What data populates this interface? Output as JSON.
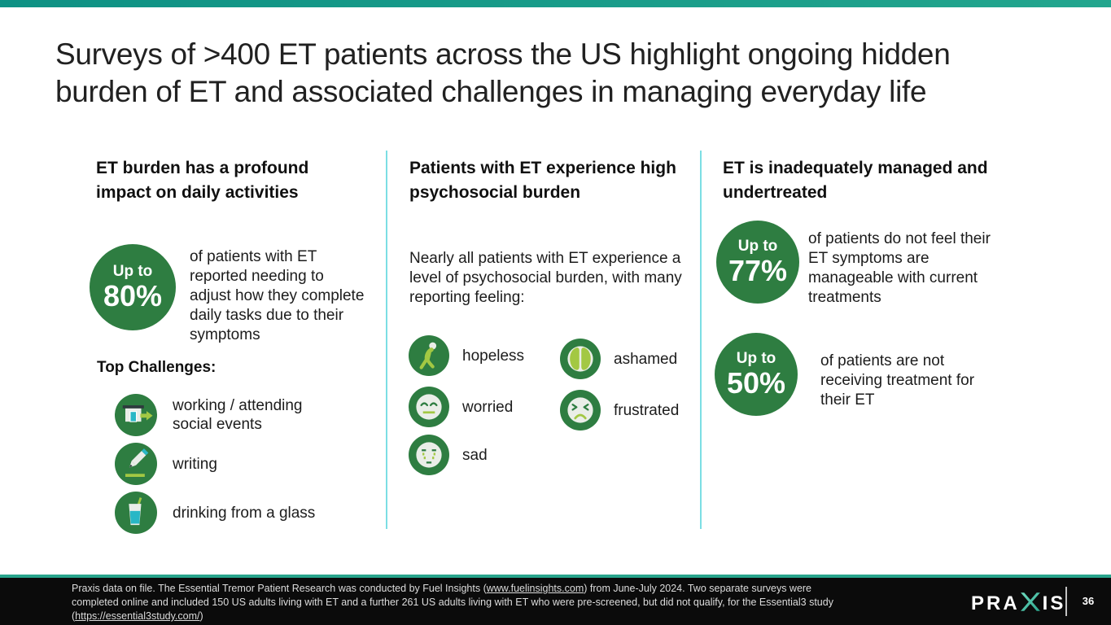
{
  "slide": {
    "title_lines": [
      "Surveys of >400 ET patients across the US highlight ongoing hidden",
      "burden of ET and associated challenges in managing everyday life"
    ]
  },
  "colors": {
    "top_bar_teal": "#15998a",
    "divider_cyan": "#7cdee4",
    "circle_green": "#2e7d41",
    "icon_lime": "#a3c843",
    "icon_teal": "#29b7c6",
    "footer_accent": "#28a48c",
    "footer_background": "#0b0b0b"
  },
  "columns": [
    {
      "heading": "ET burden has a profound impact on daily activities",
      "stat": {
        "prefix": "Up to",
        "value": "80%",
        "text": "of patients with ET reported needing to adjust how they complete daily tasks due to their symptoms"
      },
      "challenges_title": "Top Challenges:",
      "challenges": [
        {
          "icon": "workplace-icon",
          "label": "working / attending social events"
        },
        {
          "icon": "writing-icon",
          "label": "writing"
        },
        {
          "icon": "glass-icon",
          "label": "drinking from a glass"
        }
      ]
    },
    {
      "heading": "Patients with ET experience high psychosocial burden",
      "intro": "Nearly all patients with ET experience a level of psychosocial burden, with many reporting feeling:",
      "feelings_left": [
        {
          "icon": "hopeless-icon",
          "label": "hopeless"
        },
        {
          "icon": "worried-icon",
          "label": "worried"
        },
        {
          "icon": "sad-icon",
          "label": "sad"
        }
      ],
      "feelings_right": [
        {
          "icon": "ashamed-icon",
          "label": "ashamed"
        },
        {
          "icon": "frustrated-icon",
          "label": "frustrated"
        }
      ]
    },
    {
      "heading": "ET is inadequately managed and undertreated",
      "stats": [
        {
          "prefix": "Up to",
          "value": "77%",
          "text": "of patients do not feel their ET symptoms are manageable with current treatments"
        },
        {
          "prefix": "Up to",
          "value": "50%",
          "text": "of patients are not receiving treatment for their ET"
        }
      ]
    }
  ],
  "footer": {
    "line1_pre": "Praxis data on file. The Essential Tremor Patient Research was conducted by Fuel Insights (",
    "line1_link": "www.fuelinsights.com",
    "line1_post": ") from June-July 2024. Two separate surveys were",
    "line2": "completed online and included 150 US adults living with ET and a further 261 US adults living with ET who were pre-screened, but did not qualify, for the Essential3 study",
    "line3_pre": "(",
    "line3_link": "https://essential3study.com/",
    "line3_post": ")",
    "logo_left": "PRA",
    "logo_right": "IS",
    "page_number": "36"
  }
}
